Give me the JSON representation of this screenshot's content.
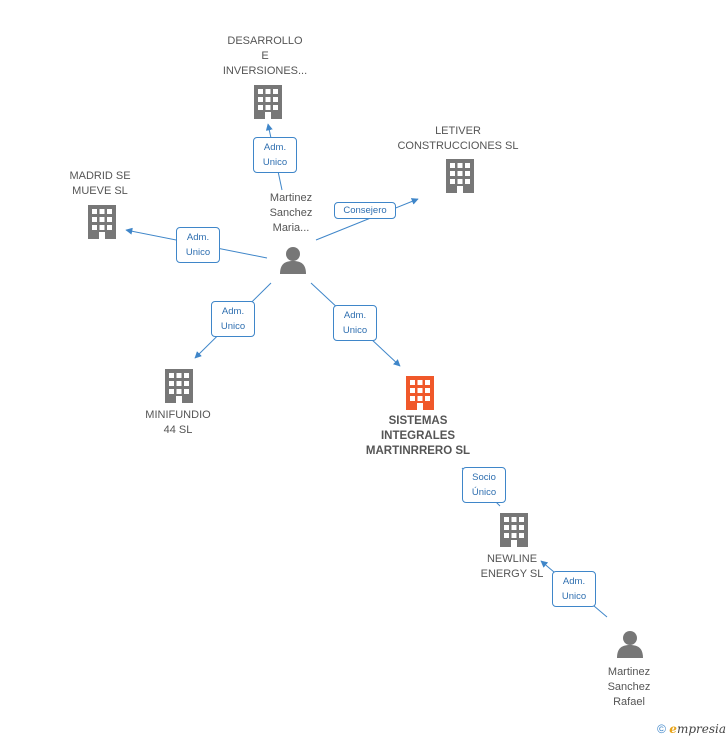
{
  "nodes": {
    "desarrollo": {
      "label": "DESARROLLO\nE\nINVERSIONES..."
    },
    "letiver": {
      "label": "LETIVER\nCONSTRUCCIONES SL"
    },
    "madrid": {
      "label": "MADRID SE\nMUEVE SL"
    },
    "martinez_maria": {
      "label": "Martinez\nSanchez\nMaria..."
    },
    "minifundio": {
      "label": "MINIFUNDIO\n44 SL"
    },
    "sistemas": {
      "label": "SISTEMAS\nINTEGRALES\nMARTINRRERO SL"
    },
    "newline": {
      "label": "NEWLINE\nENERGY SL"
    },
    "martinez_rafael": {
      "label": "Martinez\nSanchez\nRafael"
    }
  },
  "edges": {
    "e1": {
      "label": "Adm.\nUnico"
    },
    "e2": {
      "label": "Consejero"
    },
    "e3": {
      "label": "Adm.\nUnico"
    },
    "e4": {
      "label": "Adm.\nUnico"
    },
    "e5": {
      "label": "Adm.\nUnico"
    },
    "e6": {
      "label": "Socio\nÚnico"
    },
    "e7": {
      "label": "Adm.\nUnico"
    }
  },
  "footer": {
    "copyright": "©",
    "brand_e": "e",
    "brand_rest": "mpresia"
  },
  "colors": {
    "company": "#777777",
    "focus_company": "#f0582a",
    "person": "#777777",
    "edge": "#3f86c9"
  }
}
